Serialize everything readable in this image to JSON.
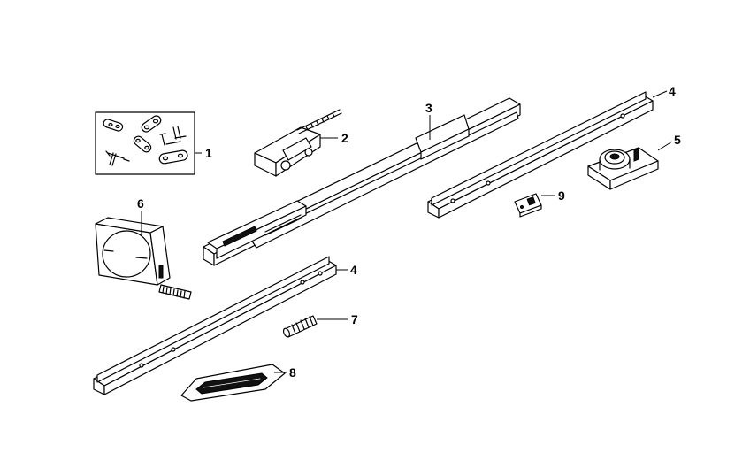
{
  "diagram": {
    "callouts": [
      {
        "id": "1",
        "label": "1"
      },
      {
        "id": "2",
        "label": "2"
      },
      {
        "id": "3",
        "label": "3"
      },
      {
        "id": "4a",
        "label": "4"
      },
      {
        "id": "4b",
        "label": "4"
      },
      {
        "id": "5",
        "label": "5"
      },
      {
        "id": "6",
        "label": "6"
      },
      {
        "id": "7",
        "label": "7"
      },
      {
        "id": "8",
        "label": "8"
      },
      {
        "id": "9",
        "label": "9"
      }
    ],
    "colors": {
      "line": "#000000",
      "background": "#ffffff"
    }
  }
}
